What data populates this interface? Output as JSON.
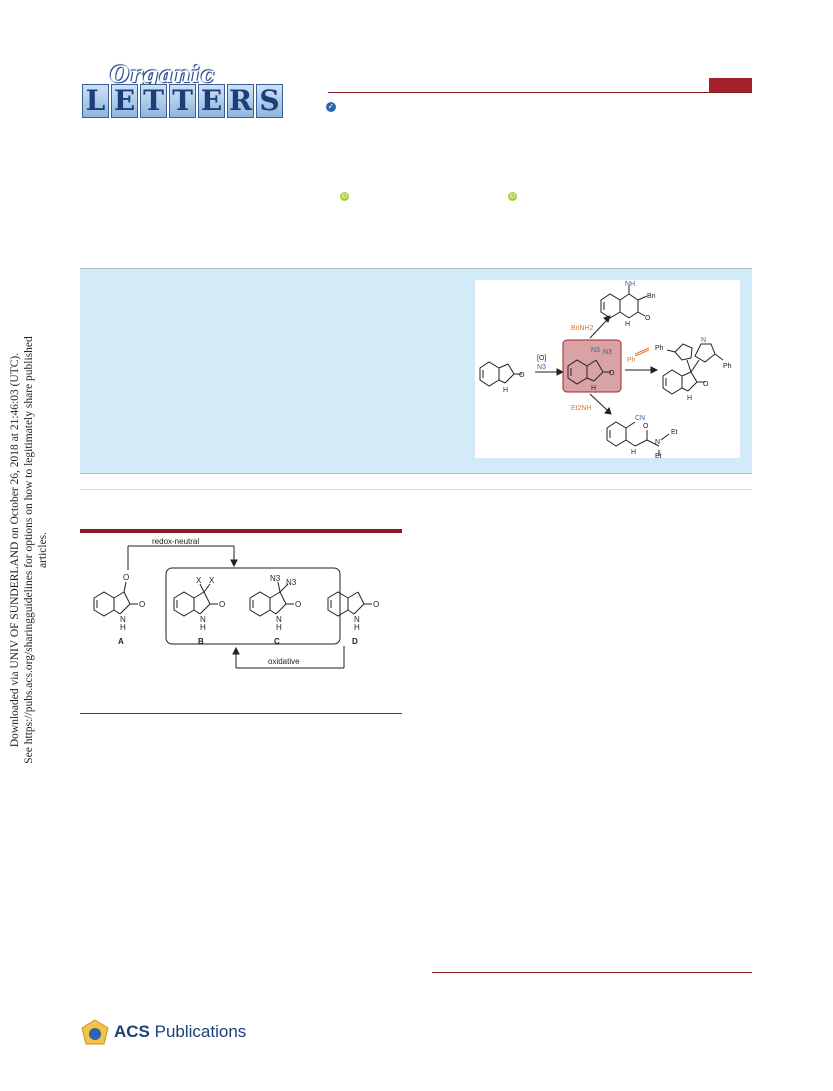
{
  "journal": {
    "logo_top": "Organic",
    "logo_letters": [
      "L",
      "E",
      "T",
      "T",
      "E",
      "R",
      "S"
    ]
  },
  "side_notice": {
    "line1": "Downloaded via UNIV OF SUNDERLAND on October 26, 2018 at 21:46:03 (UTC).",
    "line2": "See https://pubs.acs.org/sharingguidelines for options on how to legitimately share published articles."
  },
  "toc_graphic": {
    "reagent_oxidant": "[O]",
    "reagent_azide": "N3",
    "label_n3_top": "N3",
    "label_n3_sub": "N3",
    "reagent_bnnh2": "BnNH2",
    "reagent_alkyne": "Ph",
    "reagent_et2nh": "Et2NH",
    "product1_nh": "NH",
    "product1_bn": "Bn",
    "product1_o": "O",
    "product1_h": "H",
    "product2_ph_left": "Ph",
    "product2_ph_right": "Ph",
    "product2_n": "N",
    "product2_o": "O",
    "product2_h": "H",
    "product3_cn": "CN",
    "product3_et1": "Et",
    "product3_et2": "Et",
    "product3_o": "O",
    "product3_h": "H",
    "product3_n": "N",
    "oxindole_o": "O",
    "oxindole_h": "H",
    "core_o": "O",
    "core_h": "H"
  },
  "figure1": {
    "label_top": "redox-neutral",
    "label_bottom": "oxidative",
    "compounds": [
      {
        "label": "A"
      },
      {
        "label": "B"
      },
      {
        "label": "C"
      },
      {
        "label": "D"
      }
    ],
    "atoms": {
      "o": "O",
      "nh": "N",
      "h": "H",
      "x": "X",
      "n3": "N3"
    }
  },
  "publisher": {
    "name_bold": "ACS",
    "name_rest": " Publications"
  },
  "colors": {
    "accent": "#8a1c24",
    "abstract_bg": "#d3ebf8",
    "reagent_orange": "#e8742f",
    "azide_blue": "#2f63ad",
    "highlight_box": "#d9a2a5"
  }
}
